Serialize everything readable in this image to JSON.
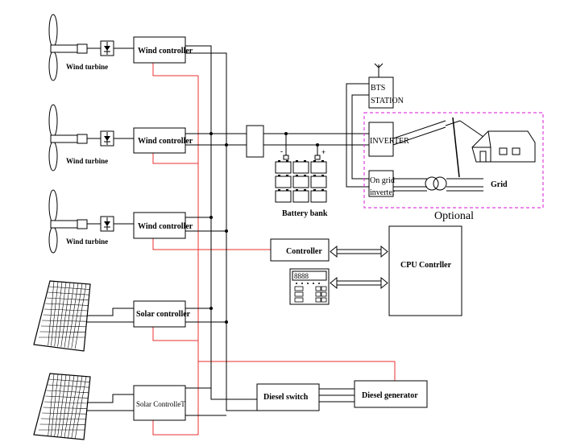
{
  "colors": {
    "power_line": "#000000",
    "signal_line": "#e8312f",
    "optional_border": "#e040e0"
  },
  "wind": [
    {
      "turbine_label": "Wind turbine",
      "controller_label": "Wind controller"
    },
    {
      "turbine_label": "Wind turbine",
      "controller_label": "Wind controller"
    },
    {
      "turbine_label": "Wind turbine",
      "controller_label": "Wind controller"
    }
  ],
  "solar": [
    {
      "controller_label": "Solar controller"
    },
    {
      "controller_label": "Solar ControlleT"
    }
  ],
  "battery": {
    "label": "Battery bank",
    "minus": "-",
    "plus": "+"
  },
  "bts": {
    "line1": "BTS",
    "line2": "STATION"
  },
  "inverter": {
    "label": "INVERTER"
  },
  "ongrid": {
    "line1": "On grid",
    "line2": "inverter"
  },
  "grid": {
    "label": "Grid"
  },
  "optional": {
    "label": "Optional"
  },
  "controller": {
    "label": "Controller"
  },
  "cpu": {
    "label": "CPU Contrller"
  },
  "display": {
    "digits": "8888"
  },
  "diesel_switch": {
    "label": "Diesel switch"
  },
  "diesel_generator": {
    "label": "Diesel generator"
  }
}
